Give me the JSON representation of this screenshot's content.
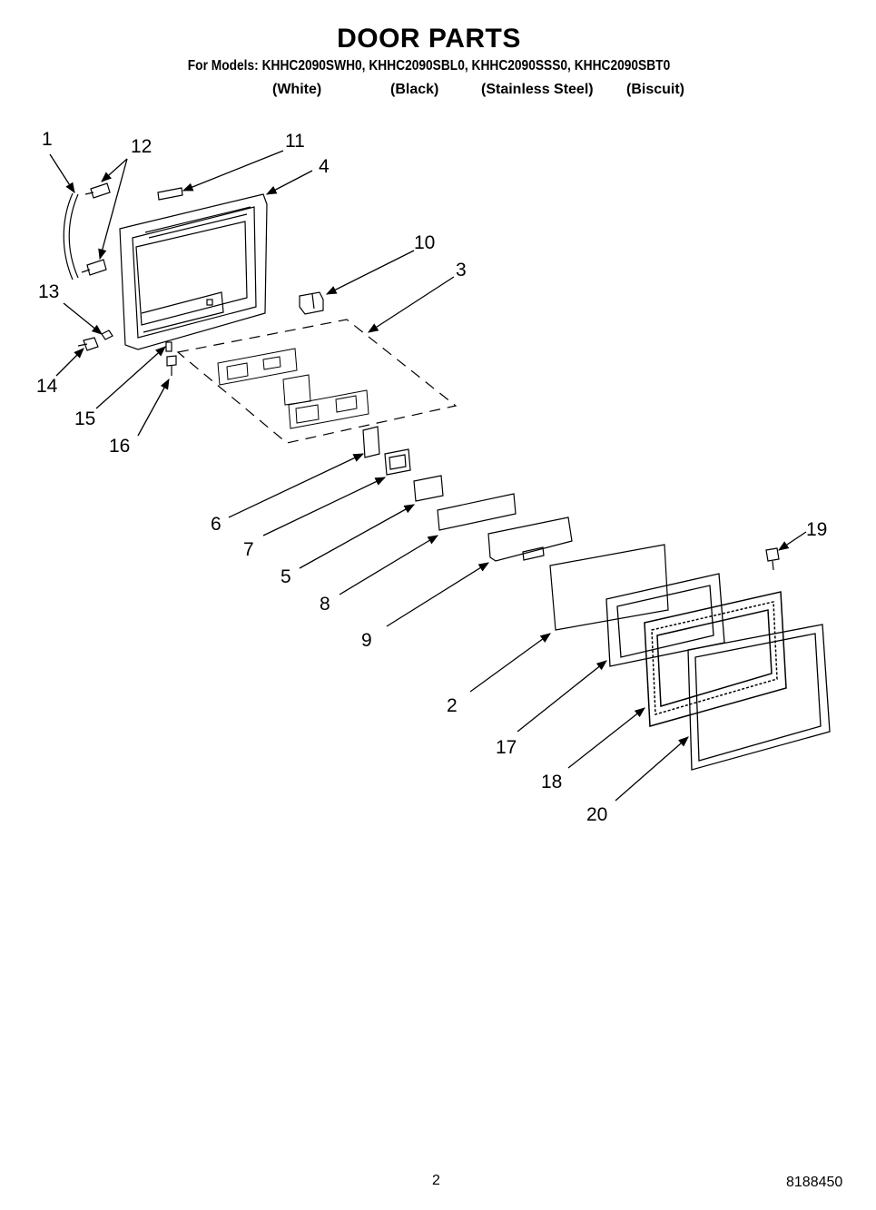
{
  "title": "DOOR PARTS",
  "models_line": "For Models: KHHC2090SWH0, KHHC2090SBL0, KHHC2090SSS0, KHHC2090SBT0",
  "finishes": [
    "(White)",
    "(Black)",
    "(Stainless Steel)",
    "(Biscuit)"
  ],
  "callouts": [
    "1",
    "2",
    "3",
    "4",
    "5",
    "6",
    "7",
    "8",
    "9",
    "10",
    "11",
    "12",
    "13",
    "14",
    "15",
    "16",
    "17",
    "18",
    "19",
    "20"
  ],
  "page_number": "2",
  "document_number": "8188450"
}
